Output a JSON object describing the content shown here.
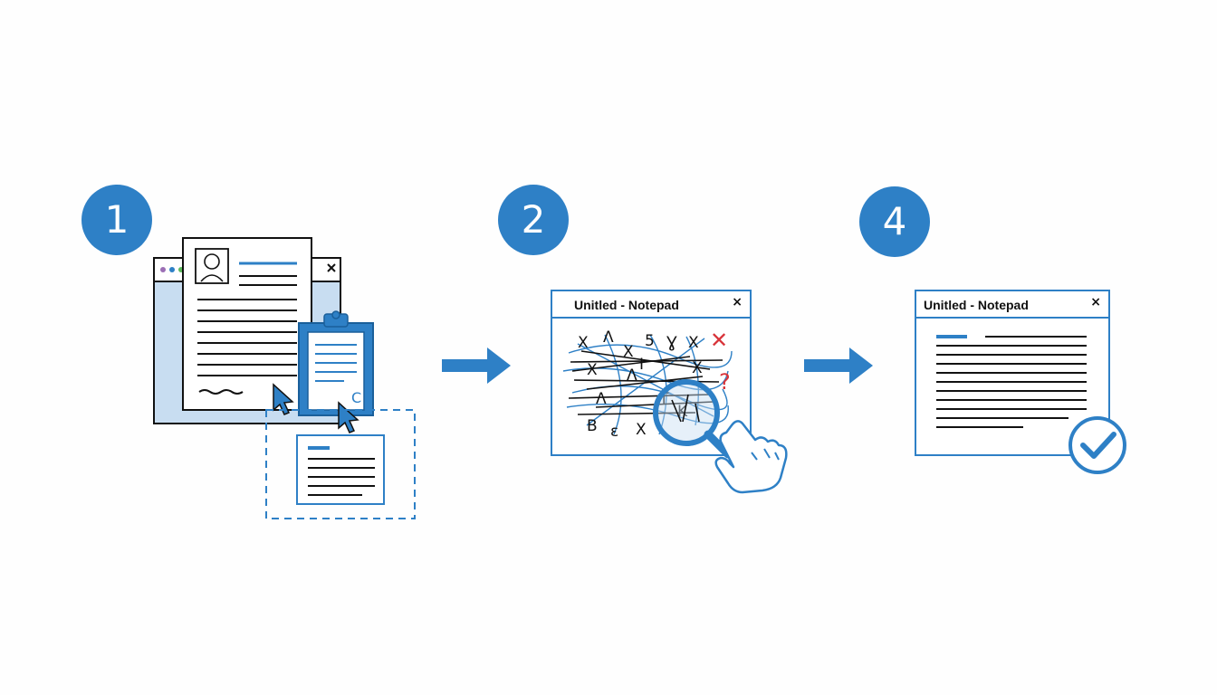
{
  "steps": [
    {
      "number": "1",
      "icons": [
        "browser-window-icon",
        "resume-document-icon",
        "clipboard-icon",
        "mouse-cursor-icon",
        "pasted-document-icon"
      ],
      "clipboard_mark": "C"
    },
    {
      "number": "2",
      "window_title": "Unitled - Notepad",
      "close_glyph": "×",
      "icons": [
        "garbled-text-icon",
        "magnifying-glass-icon",
        "pointing-hand-icon",
        "red-x-icon",
        "red-question-icon"
      ],
      "garble_glyphs": [
        "X",
        "X",
        "Λ",
        "I",
        "5",
        "Ɣ",
        "X",
        "X",
        "X",
        "Λ",
        "B",
        "ɛ",
        "X",
        "Λ",
        "Ƭ",
        "K"
      ],
      "error_mark": "✕",
      "question_mark": "?"
    },
    {
      "number": "4",
      "window_title": "Unitled - Notepad",
      "close_glyph": "×",
      "icons": [
        "clean-text-icon",
        "check-circle-icon"
      ]
    }
  ],
  "arrows": [
    "right-arrow-icon",
    "right-arrow-icon"
  ],
  "colors": {
    "accent": "#2e80c6",
    "light_accent": "#c8ddf1",
    "ink": "#111111",
    "error": "#d8343a"
  }
}
